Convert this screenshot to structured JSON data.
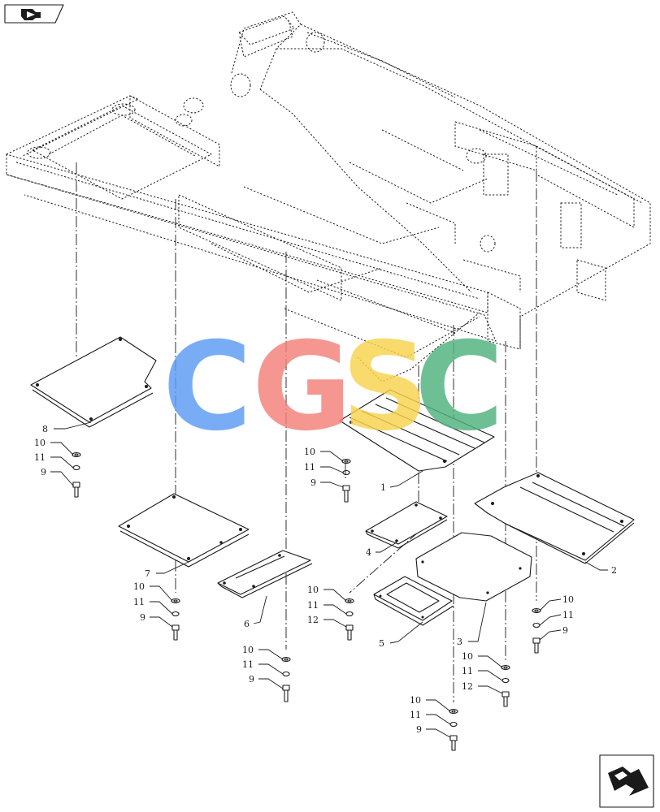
{
  "callouts": {
    "c1": "1",
    "c2": "2",
    "c3": "3",
    "c4": "4",
    "c5": "5",
    "c6": "6",
    "c7": "7",
    "c8": "8",
    "g8": [
      "10",
      "11",
      "9"
    ],
    "g1": [
      "10",
      "11",
      "9"
    ],
    "g7": [
      "10",
      "11",
      "9"
    ],
    "g4": [
      "10",
      "11",
      "12"
    ],
    "g6": [
      "10",
      "11",
      "9"
    ],
    "g2": [
      "10",
      "11",
      "9"
    ],
    "g3": [
      "10",
      "11",
      "12"
    ],
    "gb": [
      "10",
      "11",
      "9"
    ]
  },
  "watermark": {
    "letters": [
      "C",
      "G",
      "S",
      "C"
    ],
    "colors": [
      "#5b9cf5",
      "#f47f7a",
      "#f8d34e",
      "#4fb37d"
    ]
  },
  "icons": {
    "top_left": "previous-page-arrow-icon",
    "bottom_right": "next-page-arrow-icon"
  }
}
